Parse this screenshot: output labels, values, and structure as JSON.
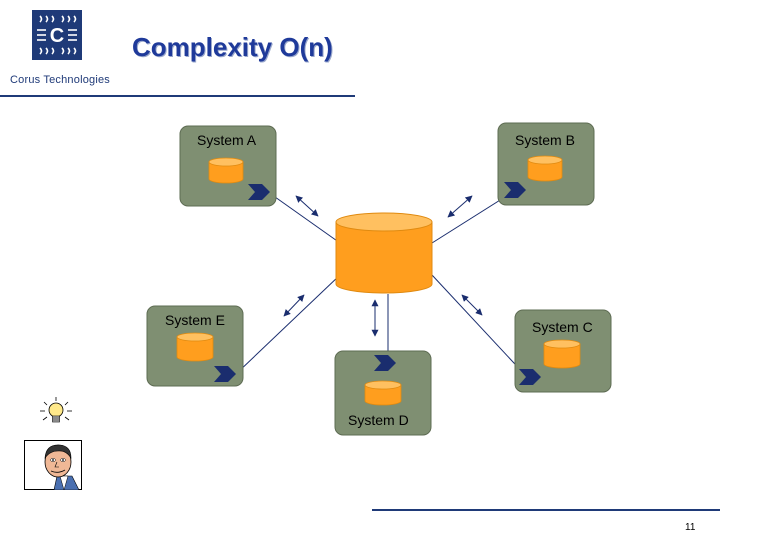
{
  "header": {
    "title": "Complexity O(n)",
    "brand": "Corus Technologies",
    "logo_letter": "C"
  },
  "systems": {
    "a": {
      "label": "System A"
    },
    "b": {
      "label": "System B"
    },
    "c": {
      "label": "System C"
    },
    "d": {
      "label": "System D"
    },
    "e": {
      "label": "System E"
    }
  },
  "footer": {
    "page_number": "11"
  },
  "icons": [
    "corus-logo-icon",
    "database-icon",
    "connector-arrow-icon",
    "double-arrow-icon",
    "lightbulb-icon",
    "person-clipart-icon"
  ],
  "colors": {
    "box_fill": "#7f8f72",
    "database_fill": "#ff9e1e",
    "database_top": "#ffc060",
    "connector": "#1a2d6e",
    "title": "#1f3a9a",
    "rule": "#1f3a78"
  }
}
